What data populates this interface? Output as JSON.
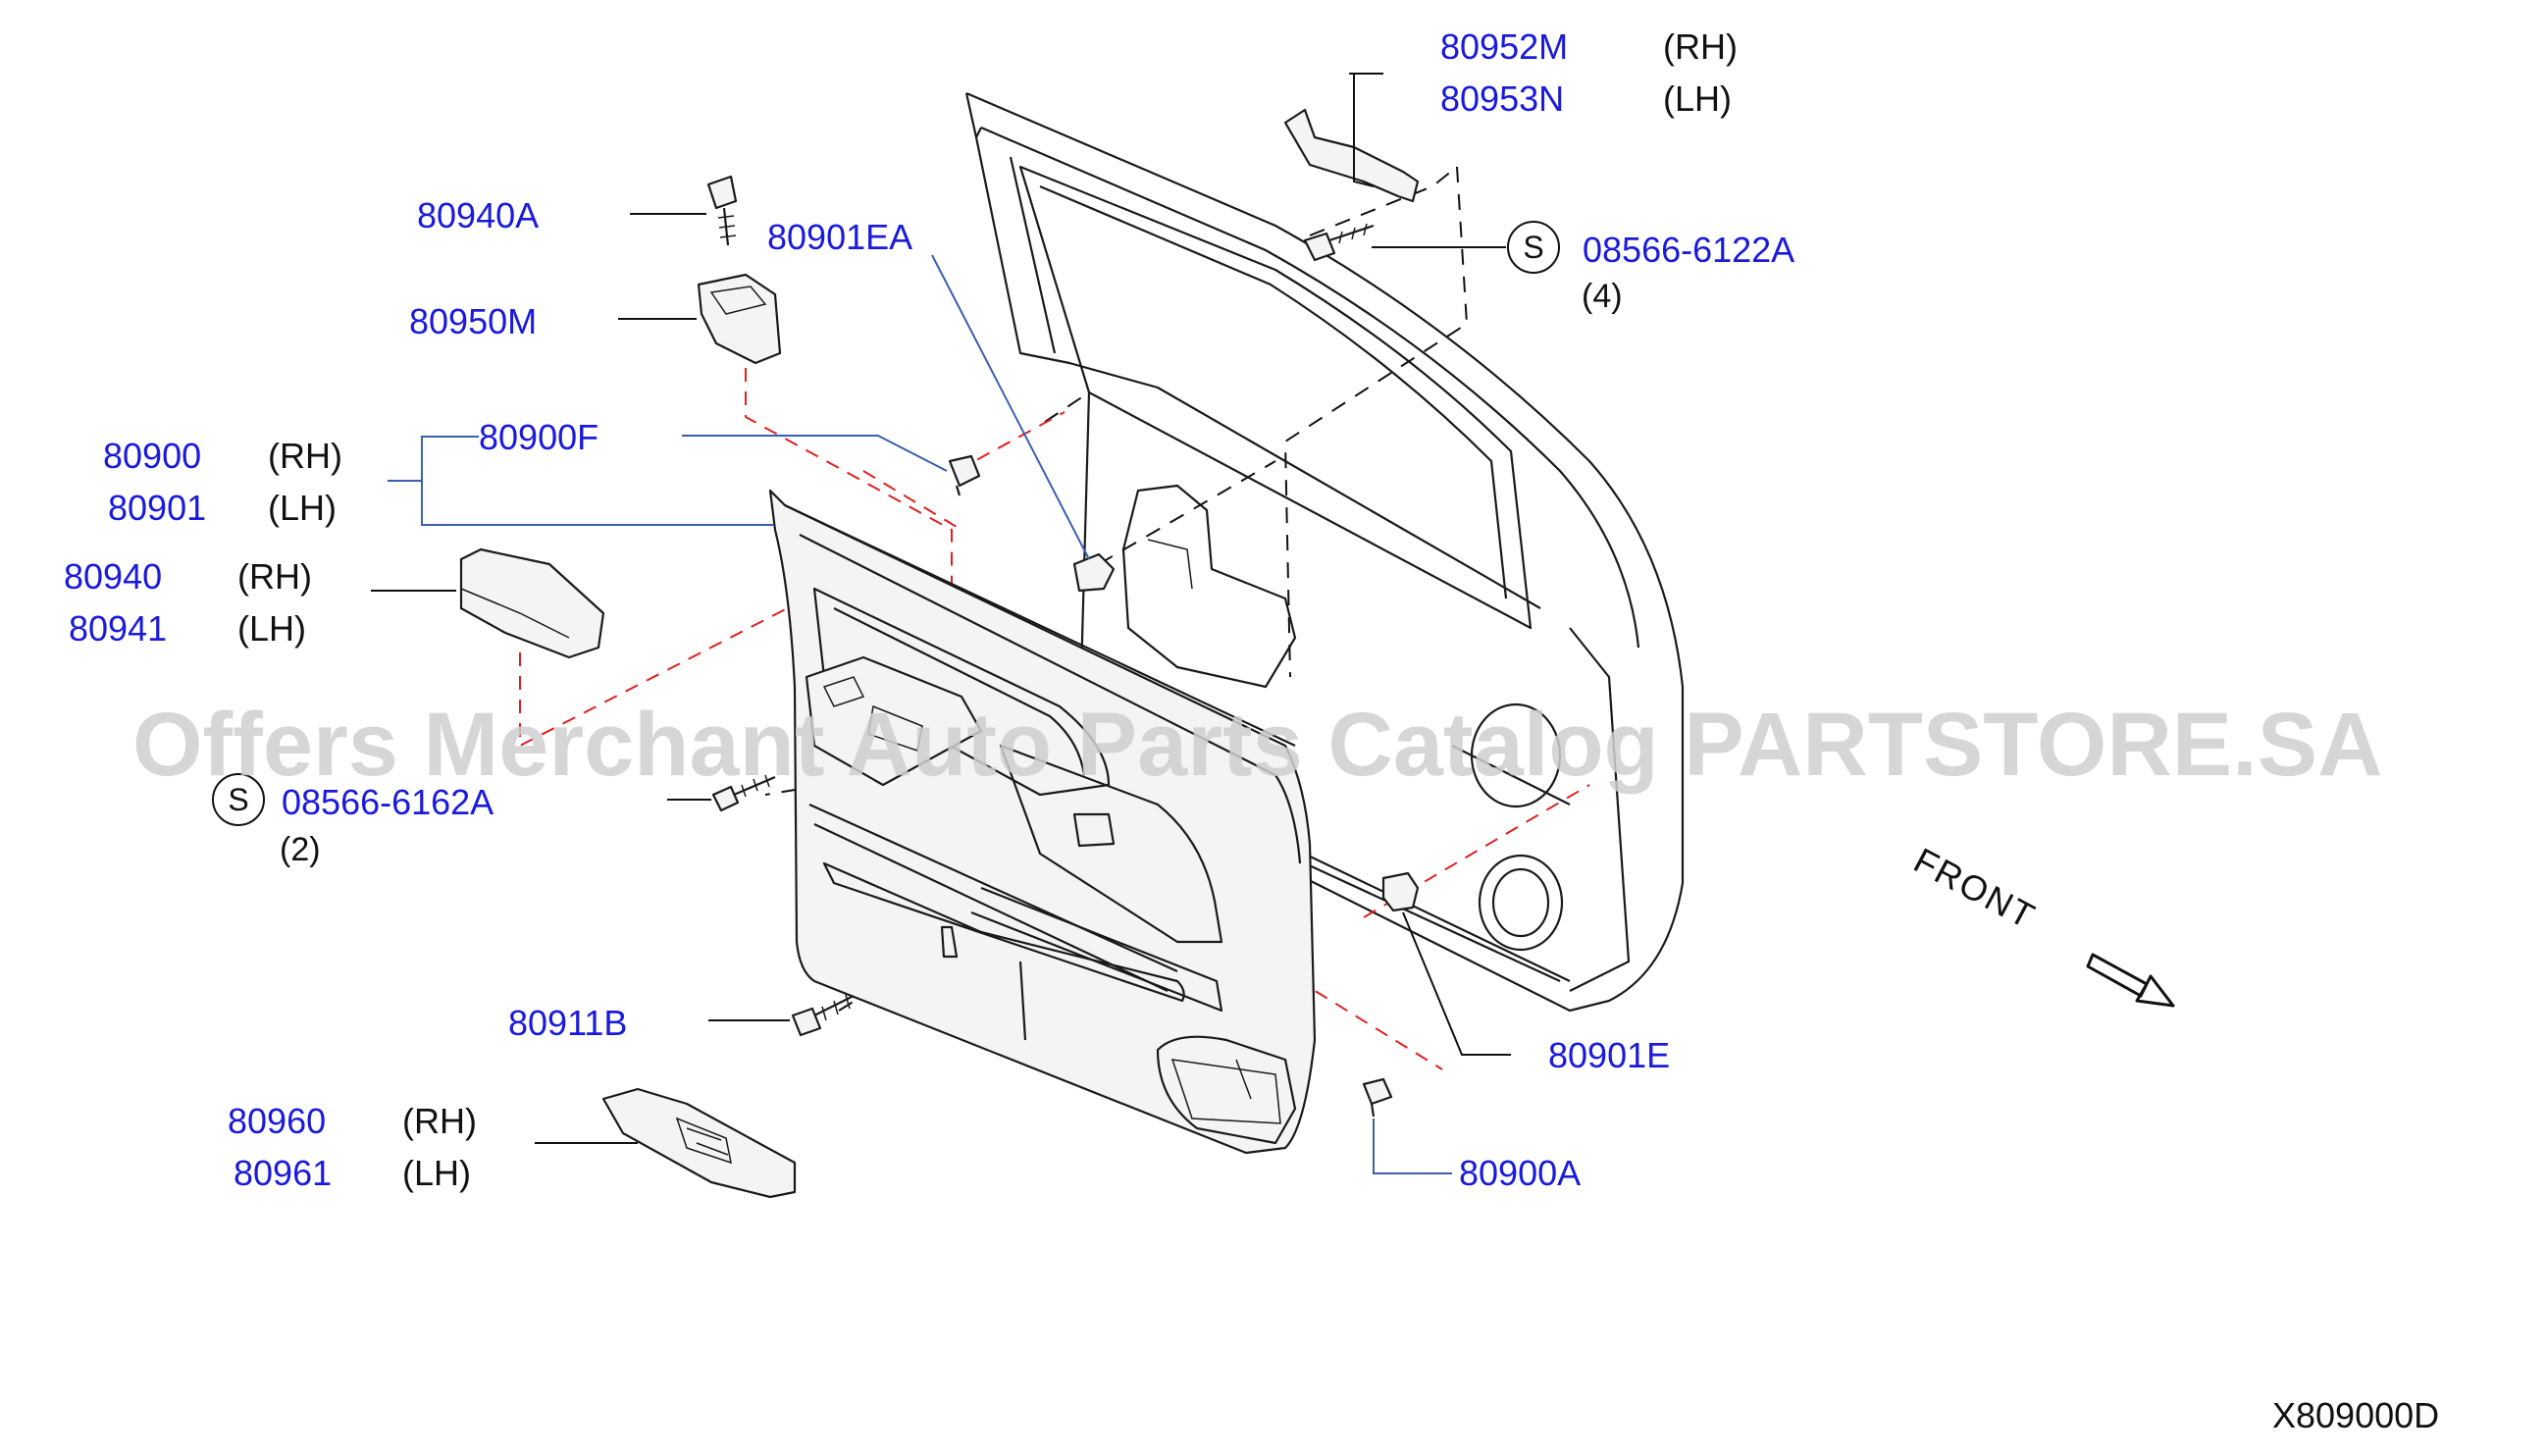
{
  "labels": {
    "p80952m": "80952M",
    "p80952m_side": "(RH)",
    "p80953n": "80953N",
    "p80953n_side": "(LH)",
    "p80940a": "80940A",
    "p80901ea": "80901EA",
    "p08566_6122a": "08566-6122A",
    "p08566_6122a_qty": "(4)",
    "p80950m": "80950M",
    "p80900f": "80900F",
    "p80900": "80900",
    "p80900_side": "(RH)",
    "p80901": "80901",
    "p80901_side": "(LH)",
    "p80940": "80940",
    "p80940_side": "(RH)",
    "p80941": "80941",
    "p80941_side": "(LH)",
    "p08566_6162a": "08566-6162A",
    "p08566_6162a_qty": "(2)",
    "p80911b": "80911B",
    "p80901e": "80901E",
    "p80960": "80960",
    "p80960_side": "(RH)",
    "p80961": "80961",
    "p80961_side": "(LH)",
    "p80900a": "80900A",
    "s_marker": "S",
    "front": "FRONT",
    "diagram_code": "X809000D"
  },
  "watermark": "Offers Merchant Auto Parts Catalog PARTSTORE.SA",
  "colors": {
    "part_number": "#1a1adc",
    "leader_blue": "#3a5fb0",
    "dash_red": "#e0201e",
    "line": "#1a1a1a",
    "watermark": "#cfcfcf"
  }
}
